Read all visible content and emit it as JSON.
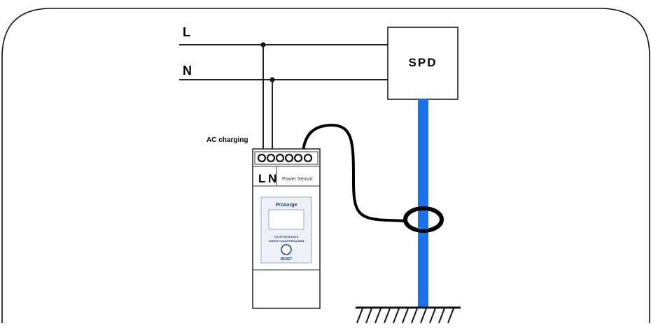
{
  "labels": {
    "line_l": "L",
    "line_n": "N",
    "spd": "SPD",
    "ac_charging": "AC charging",
    "terminal_l": "L",
    "terminal_n": "N",
    "terminal_sensor": "Power Sensor",
    "device_brand": "Prosurge",
    "device_line1": "CN-SPTM-M-DATA",
    "device_line2": "SURGE COUNTER/ALARM",
    "device_button": "RESET"
  },
  "colors": {
    "wire": "#111111",
    "ground_conductor": "#1a73e8",
    "frame": "#111111",
    "device_face": "#eef2f8"
  },
  "icons": [
    "ground-symbol-icon",
    "current-transformer-icon",
    "reset-button-icon"
  ]
}
